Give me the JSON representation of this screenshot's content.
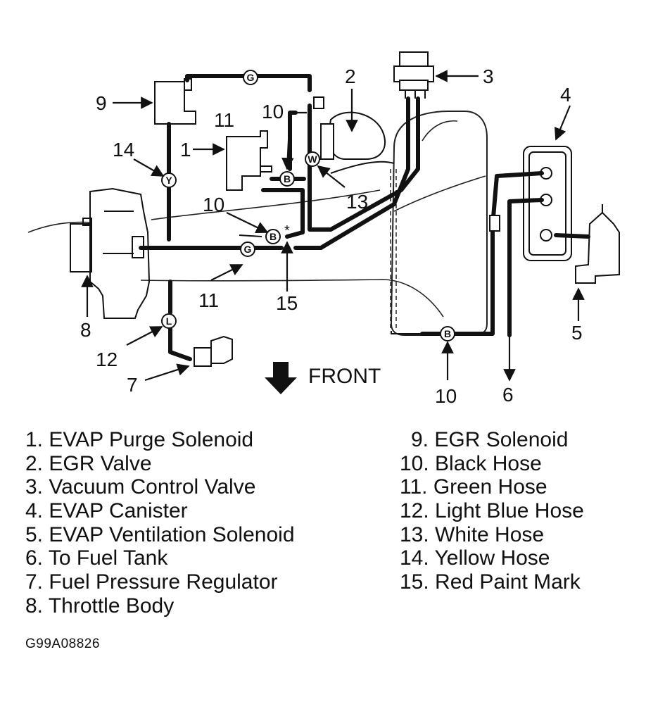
{
  "callouts": {
    "c1": "1",
    "c2": "2",
    "c3": "3",
    "c4": "4",
    "c5": "5",
    "c6": "6",
    "c7": "7",
    "c8": "8",
    "c9": "9",
    "c10a": "10",
    "c10b": "10",
    "c10c": "10",
    "c11a": "11",
    "c11b": "11",
    "c12": "12",
    "c13": "13",
    "c14": "14",
    "c15": "15"
  },
  "hose_tags": {
    "g_top": "G",
    "g_mid": "G",
    "y": "Y",
    "b_upper": "B",
    "b_mid": "B",
    "b_bottom": "B",
    "w": "W",
    "l": "L"
  },
  "red_paint_mark": "*",
  "front_label": "FRONT",
  "legend_left": [
    "1. EVAP Purge Solenoid",
    "2. EGR Valve",
    "3. Vacuum Control Valve",
    "4. EVAP Canister",
    "5. EVAP Ventilation Solenoid",
    "6. To Fuel Tank",
    "7. Fuel Pressure Regulator",
    "8. Throttle Body"
  ],
  "legend_right": [
    "9. EGR Solenoid",
    "10. Black Hose",
    "11. Green Hose",
    "12. Light Blue Hose",
    "13. White Hose",
    "14. Yellow Hose",
    "15. Red Paint Mark"
  ],
  "figure_code": "G99A08826"
}
